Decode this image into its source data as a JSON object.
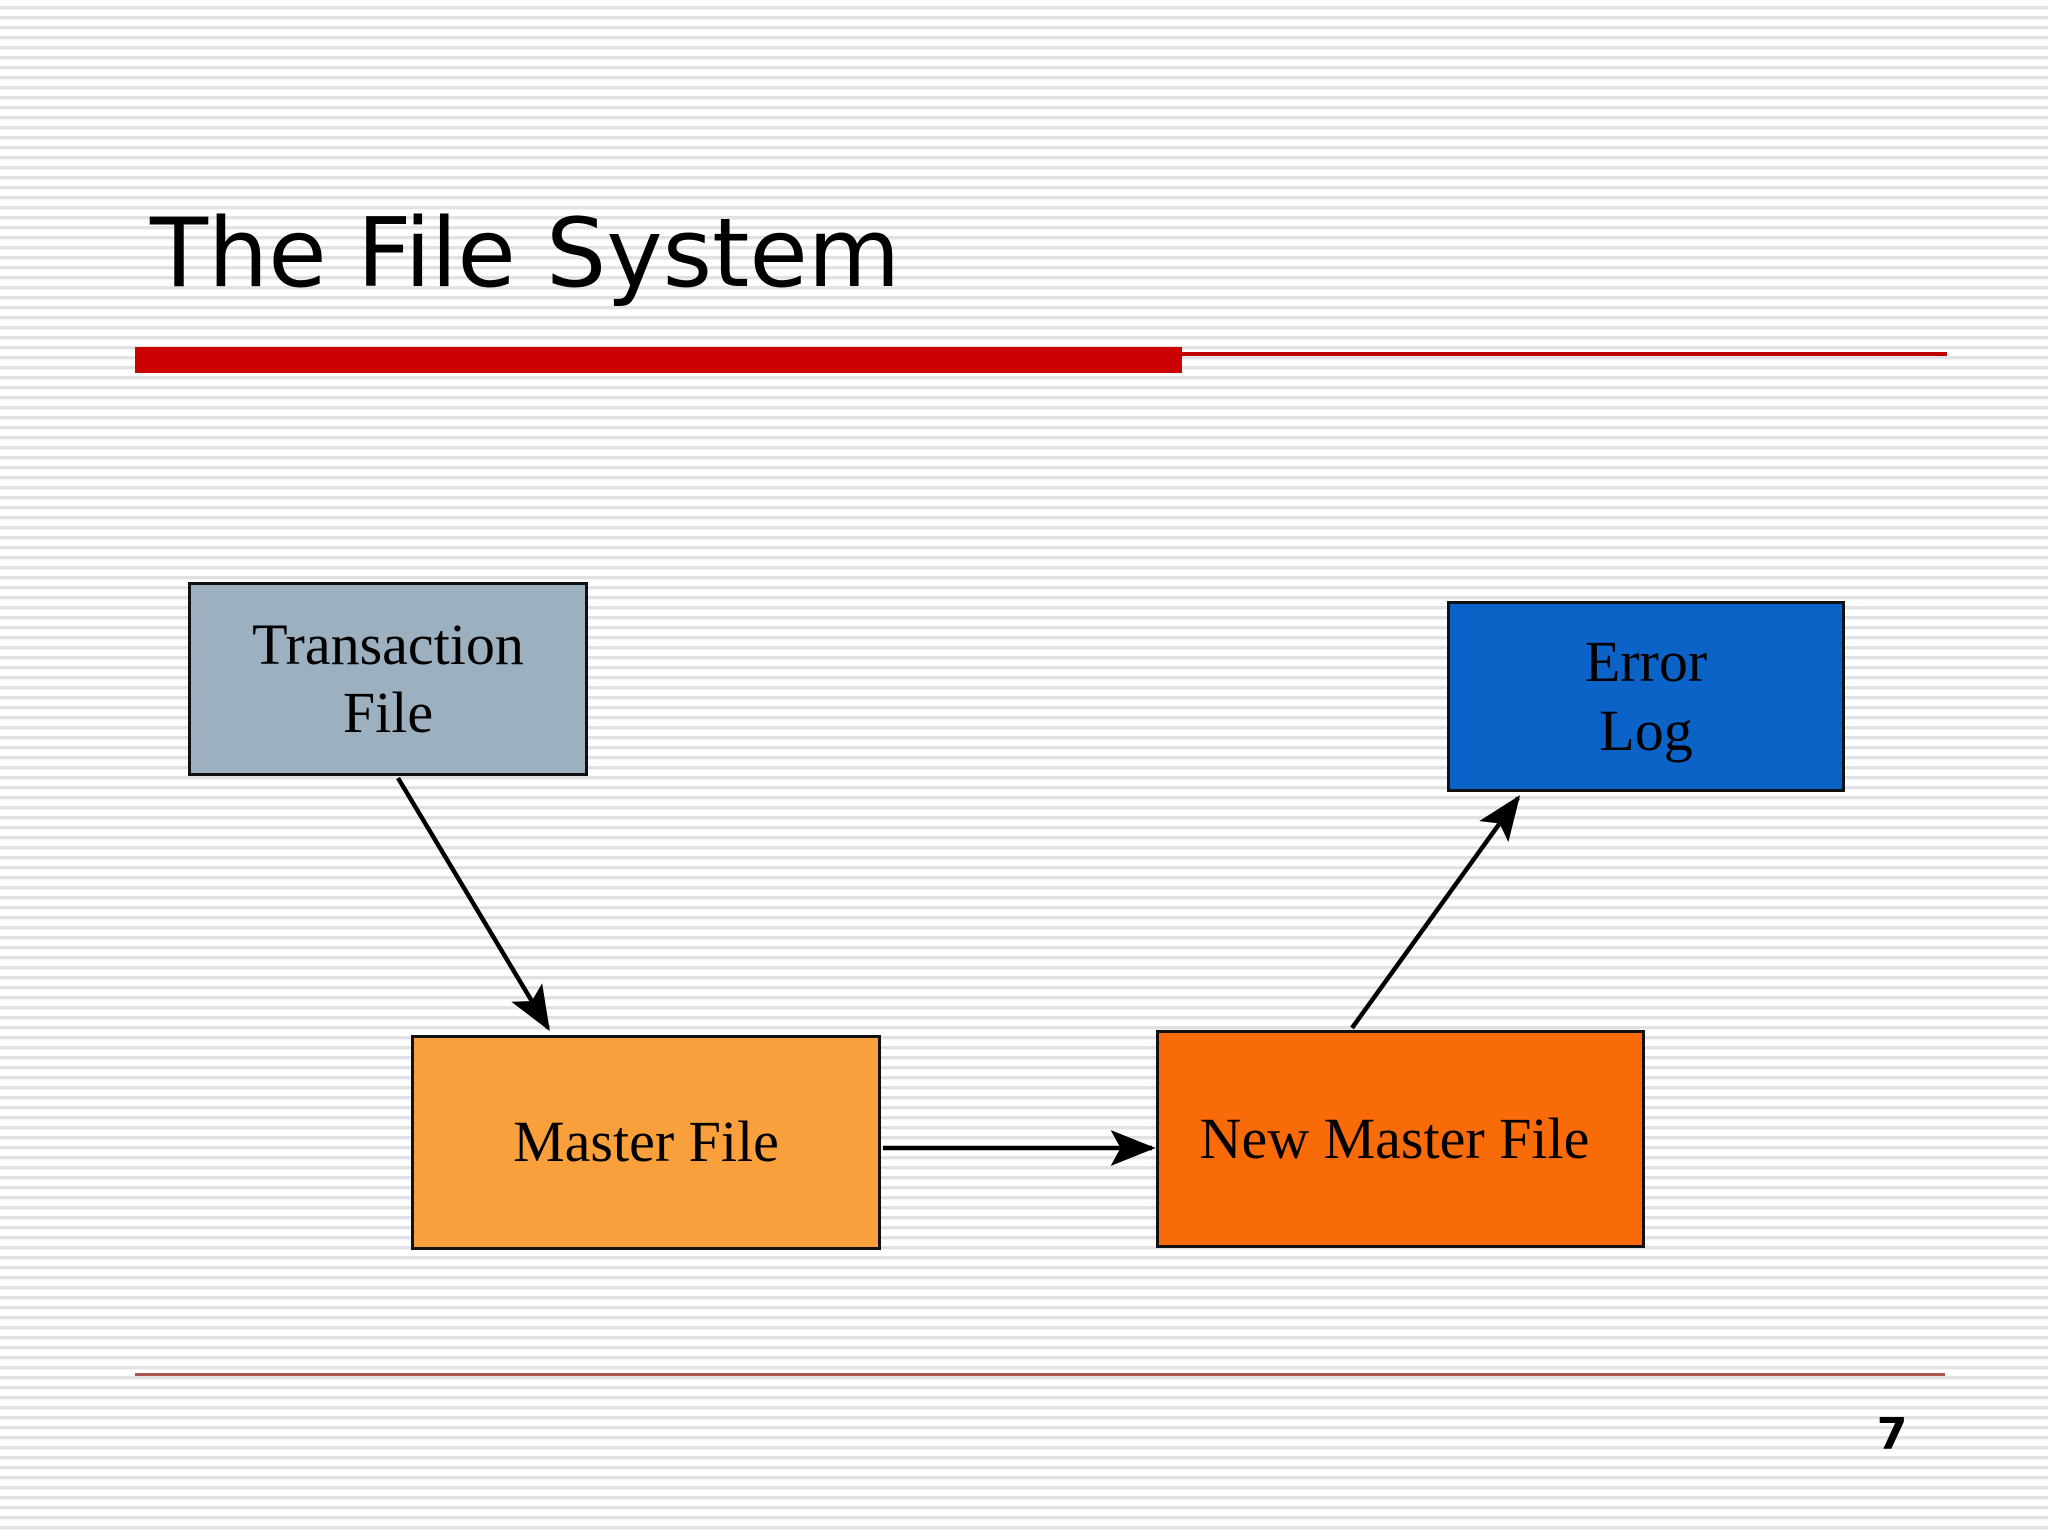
{
  "slide": {
    "title": "The File System",
    "page_number": "7",
    "accent_color": "#cc0000",
    "footer_rule_color": "#a8564b"
  },
  "diagram": {
    "type": "flowchart",
    "nodes": [
      {
        "id": "transaction-file",
        "label": "Transaction\nFile",
        "fill": "#9db0c0",
        "border": "#111111"
      },
      {
        "id": "error-log",
        "label": "Error\nLog",
        "fill": "#0b63c8",
        "border": "#111111"
      },
      {
        "id": "master-file",
        "label": "Master File",
        "fill": "#f9a03c",
        "border": "#111111"
      },
      {
        "id": "new-master-file",
        "label": "New Master File",
        "fill": "#f96a09",
        "border": "#111111"
      }
    ],
    "edges": [
      {
        "id": "transaction-to-master",
        "from": "transaction-file",
        "to": "master-file",
        "label": ""
      },
      {
        "id": "master-to-new-master",
        "from": "master-file",
        "to": "new-master-file",
        "label": ""
      },
      {
        "id": "new-master-to-error-log",
        "from": "new-master-file",
        "to": "error-log",
        "label": ""
      }
    ]
  }
}
